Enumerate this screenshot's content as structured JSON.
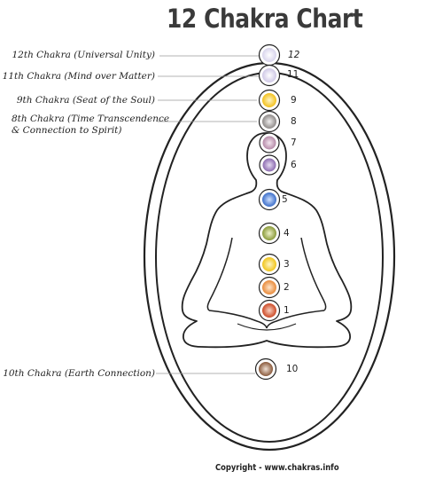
{
  "title": "12 Chakra Chart",
  "copyright": "Copyright - www.chakras.info",
  "chakras": [
    {
      "id": "12",
      "num": "12",
      "label": "12th Chakra (Universal Unity)",
      "color": "#d8d4ec"
    },
    {
      "id": "11",
      "num": "11",
      "label": "11th Chakra (Mind over Matter)",
      "color": "#cfc8e6"
    },
    {
      "id": "9",
      "num": "9",
      "label": "9th Chakra (Seat of the Soul)",
      "color": "#f2c01c"
    },
    {
      "id": "8",
      "num": "8",
      "label_line1": "8th Chakra (Time Transcendence",
      "label_line2": "& Connection to Spirit)",
      "color": "#8e8a88"
    },
    {
      "id": "7",
      "num": "7",
      "label": "",
      "color": "#b58aa8"
    },
    {
      "id": "6",
      "num": "6",
      "label": "",
      "color": "#8c6bb0"
    },
    {
      "id": "5",
      "num": "5",
      "label": "",
      "color": "#3d6fc9"
    },
    {
      "id": "4",
      "num": "4",
      "label": "",
      "color": "#8a9a3a"
    },
    {
      "id": "3",
      "num": "3",
      "label": "",
      "color": "#f0c419"
    },
    {
      "id": "2",
      "num": "2",
      "label": "",
      "color": "#e88a3a"
    },
    {
      "id": "1",
      "num": "1",
      "label": "",
      "color": "#cc4a26"
    },
    {
      "id": "10",
      "num": "10",
      "label": "10th Chakra (Earth Connection)",
      "color": "#8a5a3c"
    }
  ]
}
